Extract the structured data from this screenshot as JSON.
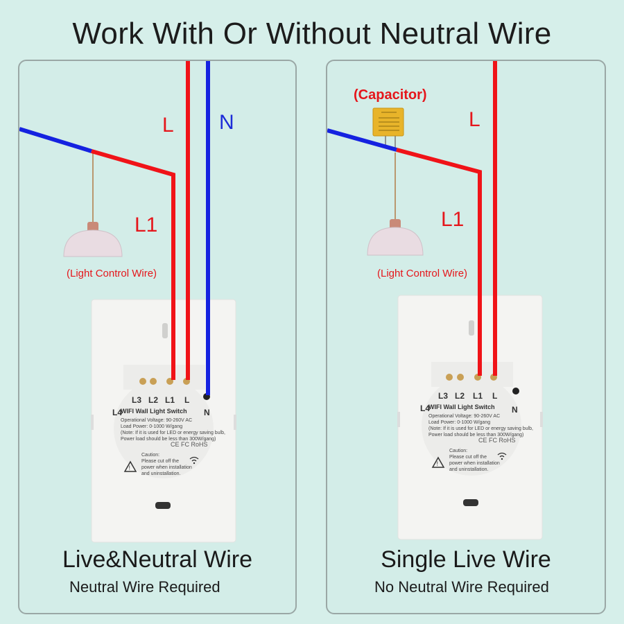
{
  "title": "Work With Or Without Neutral Wire",
  "left_panel": {
    "live_label": "L",
    "neutral_label": "N",
    "load_label": "L1",
    "control_wire_label": "(Light Control Wire)",
    "caption_main": "Live&Neutral Wire",
    "caption_sub": "Neutral Wire Required"
  },
  "right_panel": {
    "capacitor_label": "(Capacitor)",
    "live_label": "L",
    "load_label": "L1",
    "control_wire_label": "(Light Control Wire)",
    "caption_main": "Single Live Wire",
    "caption_sub": "No Neutral Wire Required"
  },
  "switch_plate": {
    "terminals": [
      "L3",
      "L2",
      "L1",
      "L"
    ],
    "l4_label": "L4",
    "n_label": "N",
    "product": "WIFI Wall Light Switch",
    "voltage": "Operational Voltage: 90-260V AC",
    "load_power": "Load Power: 0-1000 W/gang",
    "note_line1": "(Note: If it is used for LED or energy saving bulb,",
    "note_line2": "Power load should be less than 300W/gang)",
    "certs": "CE FC RoHS",
    "caution_title": "Caution:",
    "caution_line1": "Please cut off the",
    "caution_line2": "power when installation",
    "caution_line3": "and uninstallation."
  },
  "colors": {
    "live_wire": "#f01318",
    "neutral_wire": "#1522e0",
    "background": "#d6efea",
    "plate": "#f4f4f2"
  }
}
